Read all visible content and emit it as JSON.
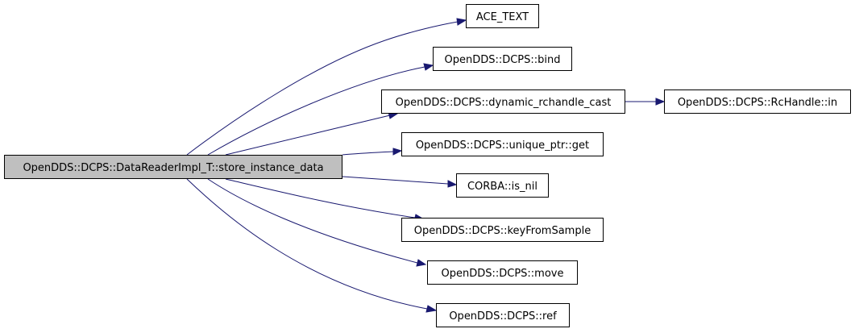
{
  "colors": {
    "edge": "#191970",
    "root_fill": "#bfbfbf",
    "node_fill": "#ffffff",
    "border": "#000000"
  },
  "nodes": {
    "root": "OpenDDS::DCPS::DataReaderImpl_T::store_instance_data",
    "ace_text": "ACE_TEXT",
    "bind": "OpenDDS::DCPS::bind",
    "dynamic_rchandle_cast": "OpenDDS::DCPS::dynamic_rchandle_cast",
    "rchandle_in": "OpenDDS::DCPS::RcHandle::in",
    "unique_ptr_get": "OpenDDS::DCPS::unique_ptr::get",
    "is_nil": "CORBA::is_nil",
    "key_from_sample": "OpenDDS::DCPS::keyFromSample",
    "move": "OpenDDS::DCPS::move",
    "ref": "OpenDDS::DCPS::ref"
  },
  "edges": [
    {
      "from": "root",
      "to": "ace_text"
    },
    {
      "from": "root",
      "to": "bind"
    },
    {
      "from": "root",
      "to": "dynamic_rchandle_cast"
    },
    {
      "from": "dynamic_rchandle_cast",
      "to": "rchandle_in"
    },
    {
      "from": "root",
      "to": "unique_ptr_get"
    },
    {
      "from": "root",
      "to": "is_nil"
    },
    {
      "from": "root",
      "to": "key_from_sample"
    },
    {
      "from": "root",
      "to": "move"
    },
    {
      "from": "root",
      "to": "ref"
    }
  ]
}
